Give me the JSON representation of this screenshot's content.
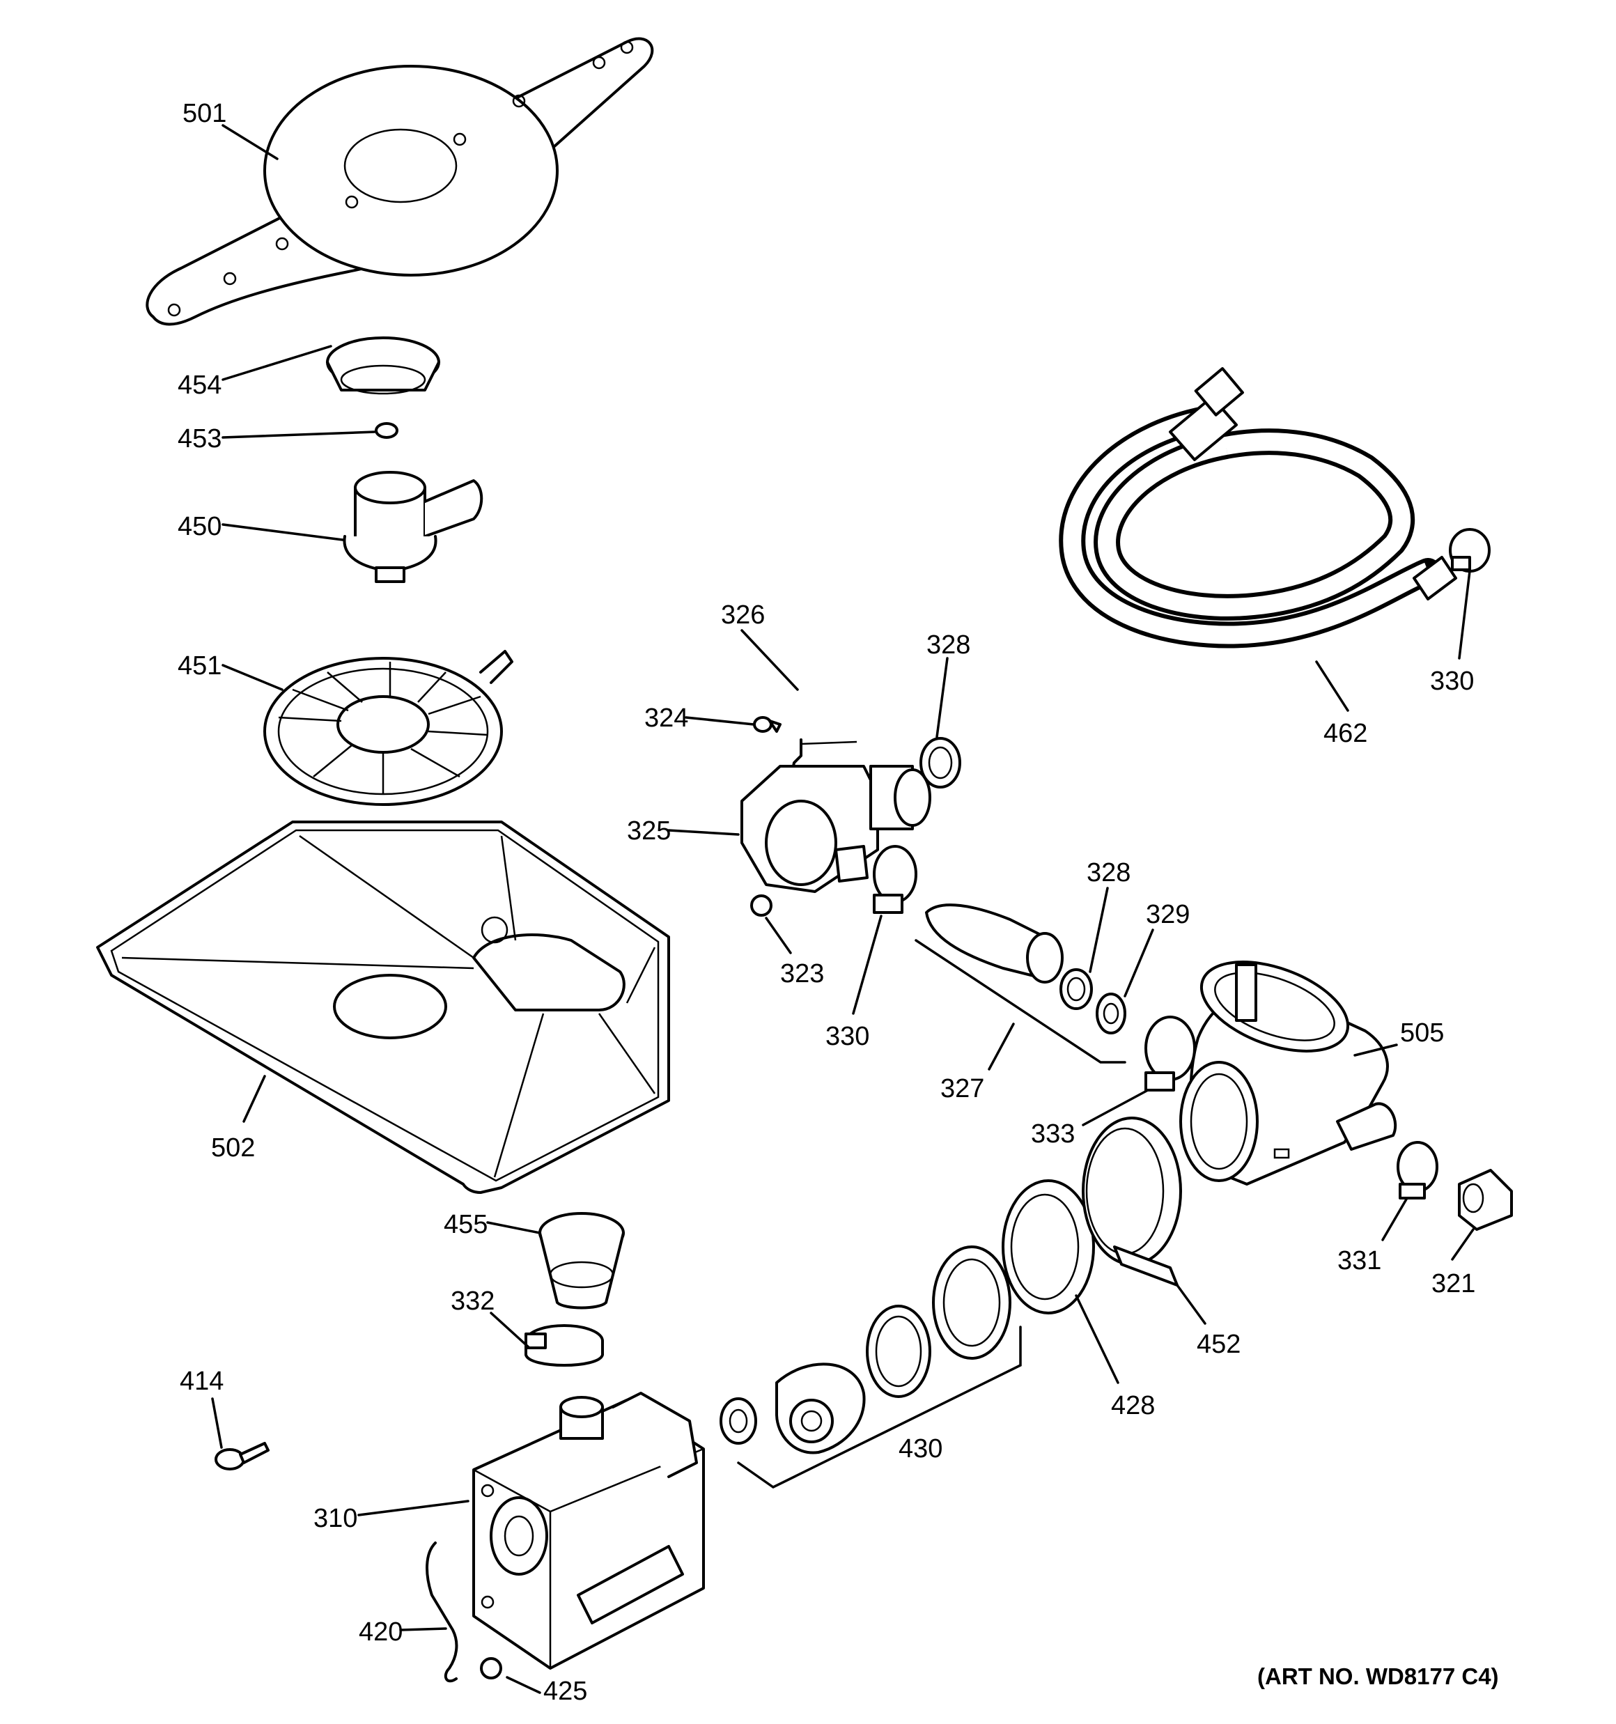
{
  "art_number": "(ART NO. WD8177 C4)",
  "labels": {
    "l501": "501",
    "l454": "454",
    "l453": "453",
    "l450": "450",
    "l451": "451",
    "l502": "502",
    "l455": "455",
    "l332": "332",
    "l414": "414",
    "l310": "310",
    "l420": "420",
    "l425": "425",
    "l326": "326",
    "l324": "324",
    "l328a": "328",
    "l325": "325",
    "l323": "323",
    "l330a": "330",
    "l328b": "328",
    "l329": "329",
    "l327": "327",
    "l462": "462",
    "l330b": "330",
    "l505": "505",
    "l333": "333",
    "l331": "331",
    "l321": "321",
    "l452": "452",
    "l428": "428",
    "l430": "430"
  }
}
